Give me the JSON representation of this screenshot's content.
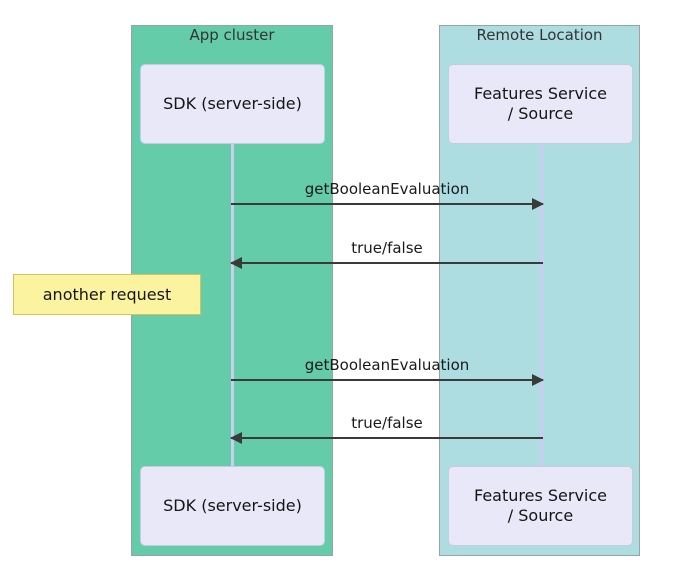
{
  "diagram": {
    "type": "sequence-diagram",
    "participants": [
      {
        "id": "app-cluster",
        "group_title": "App cluster",
        "actor_label": "SDK (server-side)",
        "color": "#65cca9"
      },
      {
        "id": "remote-location",
        "group_title": "Remote Location",
        "actor_label": "Features Service\n/ Source",
        "color": "#addde1"
      }
    ],
    "messages": [
      {
        "id": "m1",
        "label": "getBooleanEvaluation",
        "direction": "right",
        "from": "app-cluster",
        "to": "remote-location"
      },
      {
        "id": "m2",
        "label": "true/false",
        "direction": "left",
        "from": "remote-location",
        "to": "app-cluster"
      },
      {
        "id": "m3",
        "label": "getBooleanEvaluation",
        "direction": "right",
        "from": "app-cluster",
        "to": "remote-location"
      },
      {
        "id": "m4",
        "label": "true/false",
        "direction": "left",
        "from": "remote-location",
        "to": "app-cluster"
      }
    ],
    "notes": [
      {
        "id": "n1",
        "label": "another request",
        "fill": "#fcf3a0",
        "border": "#d4c35a"
      }
    ],
    "colors": {
      "left_panel": "#65cca9",
      "right_panel": "#addde1",
      "actor_box": "#e8e8f8",
      "lifeline": "#ccccf0",
      "arrow": "#3a3a3a",
      "note_fill": "#fcf3a0",
      "note_border": "#d4c35a",
      "background": "#ffffff"
    }
  }
}
